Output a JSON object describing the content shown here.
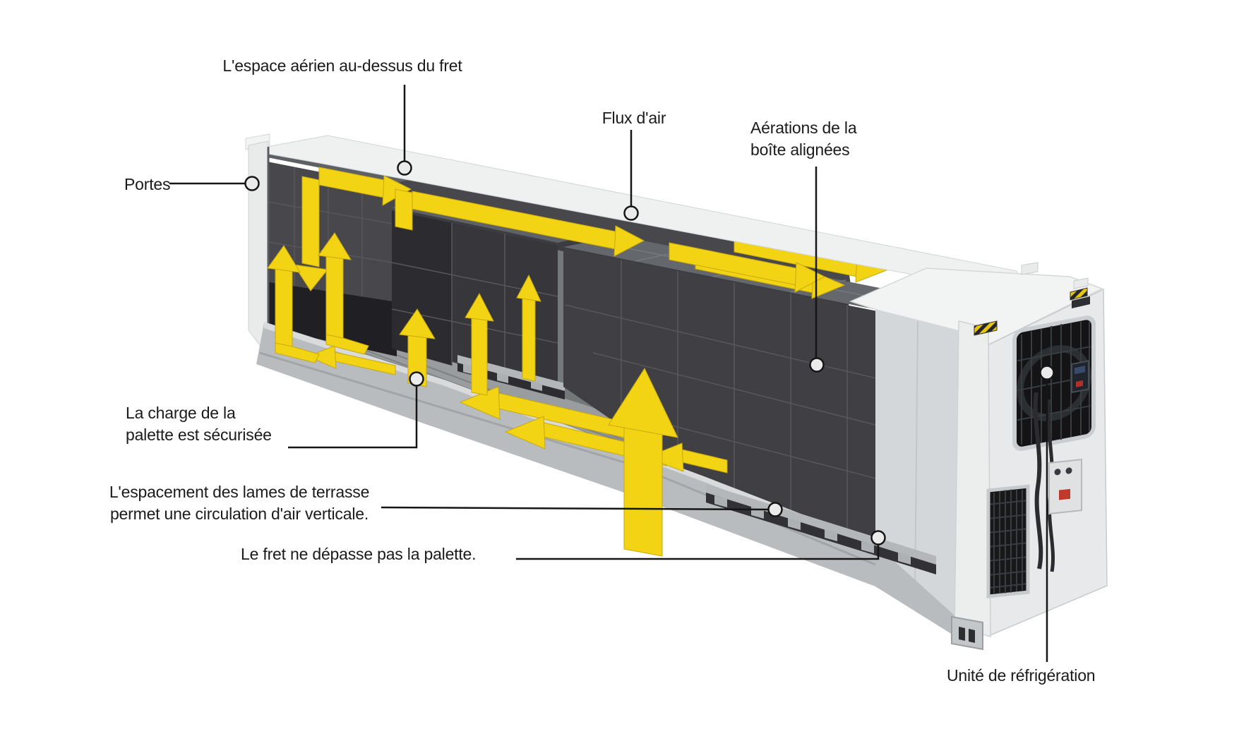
{
  "labels": {
    "airspace": "L'espace aérien au-dessus du fret",
    "airflow": "Flux d'air",
    "box_vents": "Aérations de la\nboîte alignées",
    "doors": "Portes",
    "pallet_load": "La charge de la\npalette est sécurisée",
    "deck_spacing": "L'espacement des lames de terrasse\npermet une circulation d'air verticale.",
    "cargo_height": "Le fret ne dépasse pas la palette.",
    "refrigeration_unit": "Unité de réfrigération"
  },
  "colors": {
    "background": "#FFFFFF",
    "arrow_yellow": "#F3D414",
    "cargo_gray": "#414146",
    "shell_light": "#F0F1F1",
    "text": "#1B1B1B"
  }
}
